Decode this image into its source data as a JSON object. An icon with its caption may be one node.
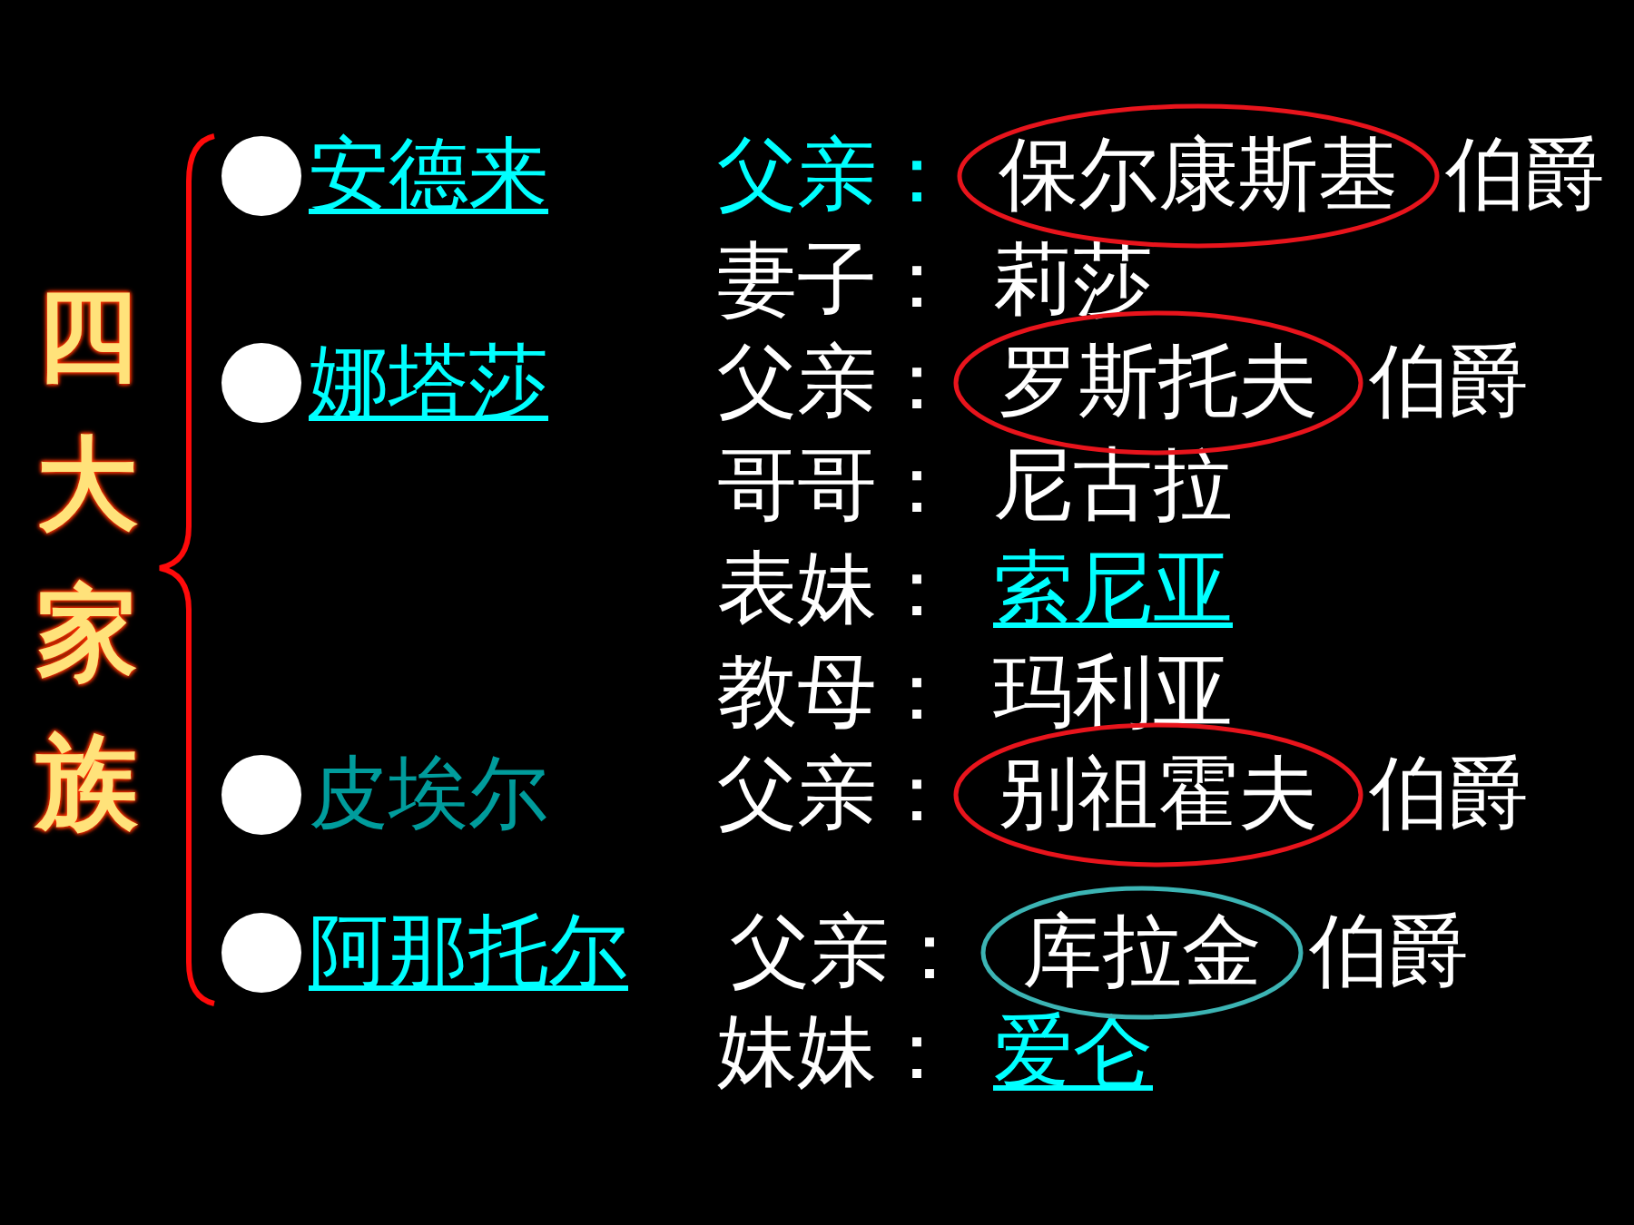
{
  "diagram": {
    "nodes": [
      {
        "text": [
          "保尔康斯基"
        ],
        "beside": [
          "伯爵"
        ]
      },
      {
        "text": [
          "罗斯托夫"
        ],
        "beside": [
          "伯爵"
        ]
      },
      {
        "text": [
          "别祖霍夫"
        ],
        "beside": [
          "伯爵"
        ]
      },
      {
        "text": [
          "库拉金"
        ],
        "beside": [
          "伯爵"
        ]
      }
    ],
    "labels": [
      "四大家族",
      "安德来",
      "父亲：",
      "妻子：",
      "莉莎",
      "娜塔莎",
      "父亲：",
      "哥哥：",
      "尼古拉",
      "表妹：",
      "索尼亚",
      "教母：",
      "玛利亚",
      "皮埃尔",
      "父亲：",
      "阿那托尔",
      "父亲：",
      "妹妹：",
      "爱仑"
    ]
  }
}
